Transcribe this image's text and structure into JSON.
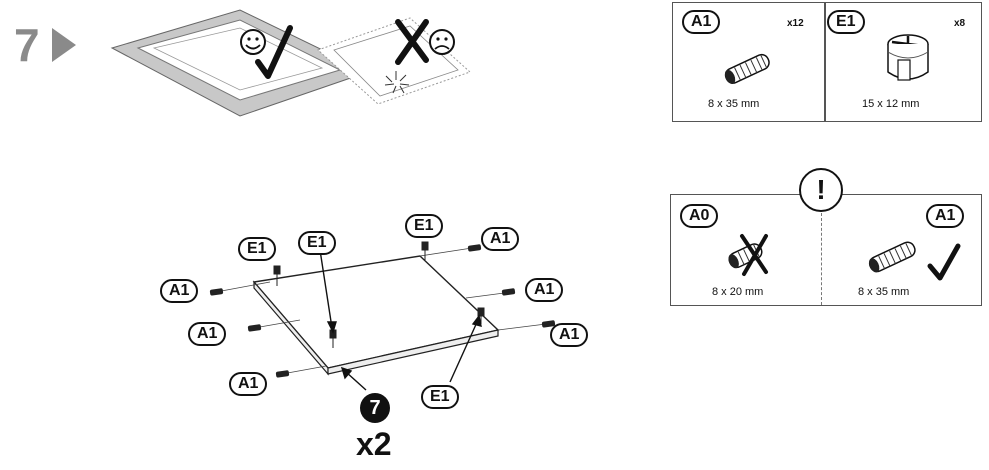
{
  "step": {
    "number": "7"
  },
  "parts_box": {
    "a1": {
      "code": "A1",
      "qty": "x12",
      "size": "8 x 35 mm"
    },
    "e1": {
      "code": "E1",
      "qty": "x8",
      "size": "15 x 12 mm"
    }
  },
  "warning_box": {
    "mark": "!",
    "wrong": {
      "code": "A0",
      "size": "8 x 20 mm"
    },
    "right": {
      "code": "A1",
      "size": "8 x 35 mm"
    }
  },
  "assembly_labels": {
    "e1_left": "E1",
    "e1_mid": "E1",
    "e1_top": "E1",
    "e1_bottom": "E1",
    "a1_top_right": "A1",
    "a1_left_top": "A1",
    "a1_right_mid": "A1",
    "a1_left_mid": "A1",
    "a1_right_bottom": "A1",
    "a1_left_bottom": "A1"
  },
  "panel_marker": {
    "number": "7",
    "multiplier": "x2"
  },
  "colors": {
    "ink": "#111111",
    "gray": "#8a8a8a",
    "panel_fill": "#d9d9d9"
  }
}
